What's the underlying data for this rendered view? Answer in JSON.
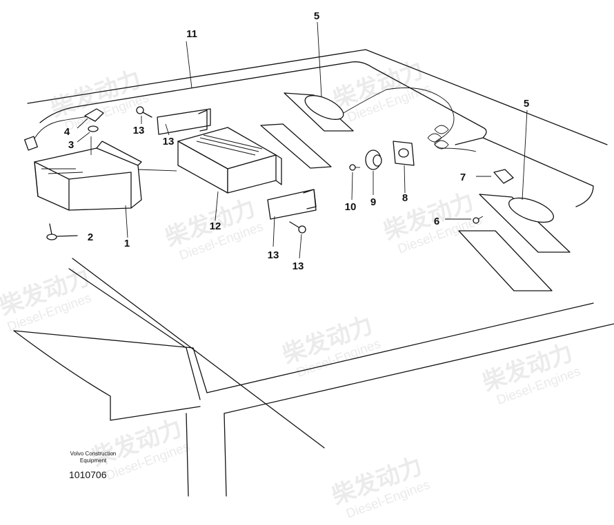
{
  "diagram": {
    "callouts": [
      {
        "id": "1",
        "text": "1"
      },
      {
        "id": "2",
        "text": "2"
      },
      {
        "id": "3",
        "text": "3"
      },
      {
        "id": "4",
        "text": "4"
      },
      {
        "id": "5a",
        "text": "5"
      },
      {
        "id": "5b",
        "text": "5"
      },
      {
        "id": "6",
        "text": "6"
      },
      {
        "id": "7",
        "text": "7"
      },
      {
        "id": "8",
        "text": "8"
      },
      {
        "id": "9",
        "text": "9"
      },
      {
        "id": "10",
        "text": "10"
      },
      {
        "id": "11",
        "text": "11"
      },
      {
        "id": "12",
        "text": "12"
      },
      {
        "id": "13a",
        "text": "13"
      },
      {
        "id": "13b",
        "text": "13"
      },
      {
        "id": "13c",
        "text": "13"
      },
      {
        "id": "13d",
        "text": "13"
      }
    ],
    "caption": {
      "line1": "Volvo Construction",
      "line2": "Equipment",
      "number": "1010706"
    }
  },
  "watermark": {
    "chinese": "柴发动力",
    "english": "Diesel-Engines"
  }
}
